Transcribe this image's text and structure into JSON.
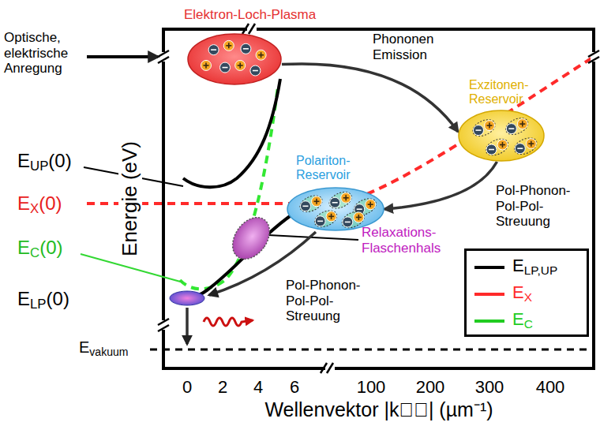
{
  "diagram": {
    "nodes": [
      {
        "text": [
          "Elektron-Loch-Plasma"
        ]
      },
      {
        "text": [
          "Exzitonen-Reservoir"
        ]
      },
      {
        "text": [
          "Polariton-Reservoir"
        ]
      }
    ],
    "edges": [
      {
        "from": 0,
        "to": 1,
        "arrow": "to",
        "label": "Phononen Emission"
      },
      {
        "from": 1,
        "to": 2,
        "arrow": "to",
        "label": "Pol-Phonon-Pol-Pol-Streuung"
      }
    ],
    "labels": [
      "Optische, elektrische Anregung",
      "Energie (eV)",
      "EUP(0)",
      "EX(0)",
      "EC(0)",
      "ELP(0)",
      "Evakuum",
      "0",
      "2",
      "4",
      "6",
      "100",
      "200",
      "300",
      "400",
      "Wellenvektor |k⃗∥| (µm⁻¹)",
      "Relaxations-Flaschenhals",
      "Pol-Phonon-Pol-Pol-Streuung"
    ],
    "legend": [
      {
        "text": "ELP,UP"
      },
      {
        "text": "EX"
      },
      {
        "text": "EC"
      }
    ]
  }
}
